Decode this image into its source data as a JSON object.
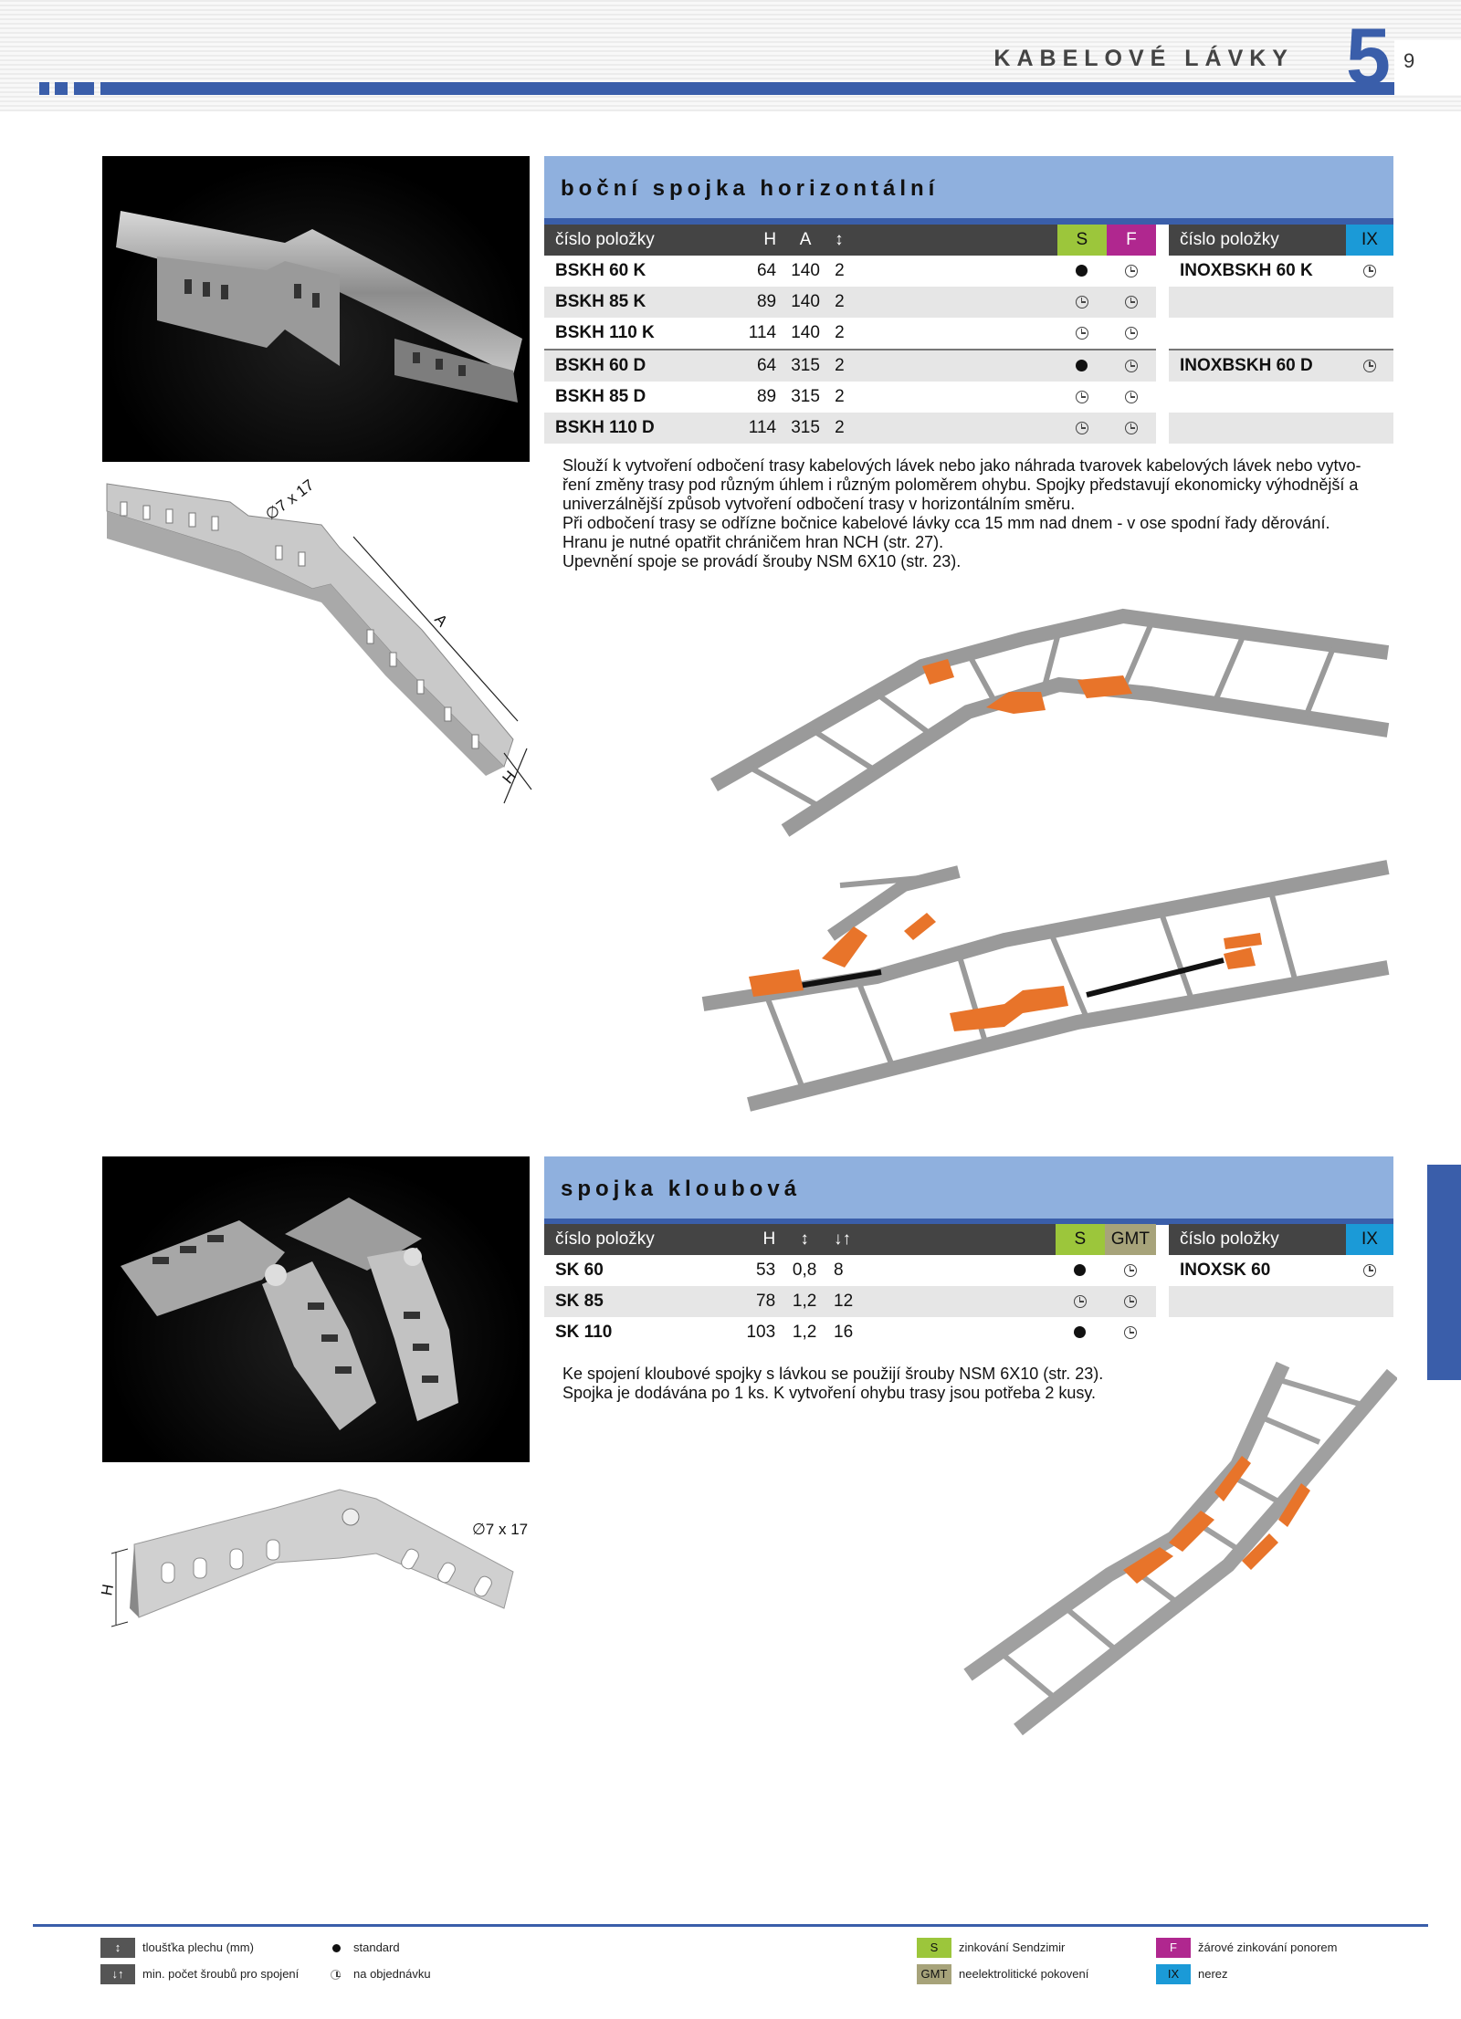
{
  "header": {
    "title": "KABELOVÉ LÁVKY",
    "chapter": "5",
    "page": "9"
  },
  "section1": {
    "title": "boční spojka horizontální",
    "table": {
      "headers": [
        "číslo položky",
        "H",
        "A",
        "↕",
        "S",
        "F"
      ],
      "rows": [
        {
          "code": "BSKH 60 K",
          "h": "64",
          "a": "140",
          "t": "2",
          "s": "standard",
          "f": "order"
        },
        {
          "code": "BSKH 85 K",
          "h": "89",
          "a": "140",
          "t": "2",
          "s": "order",
          "f": "order"
        },
        {
          "code": "BSKH 110 K",
          "h": "114",
          "a": "140",
          "t": "2",
          "s": "order",
          "f": "order"
        },
        {
          "code": "BSKH 60 D",
          "h": "64",
          "a": "315",
          "t": "2",
          "s": "standard",
          "f": "order"
        },
        {
          "code": "BSKH 85 D",
          "h": "89",
          "a": "315",
          "t": "2",
          "s": "order",
          "f": "order"
        },
        {
          "code": "BSKH 110 D",
          "h": "114",
          "a": "315",
          "t": "2",
          "s": "order",
          "f": "order"
        }
      ]
    },
    "ix_table": {
      "headers": [
        "číslo položky",
        "IX"
      ],
      "rows": [
        {
          "code": "INOXBSKH 60 K",
          "ix": "order"
        },
        {
          "code": "",
          "ix": ""
        },
        {
          "code": "",
          "ix": ""
        },
        {
          "code": "INOXBSKH 60 D",
          "ix": "order"
        },
        {
          "code": "",
          "ix": ""
        },
        {
          "code": "",
          "ix": ""
        }
      ]
    },
    "description": [
      "Slouží k vytvoření odbočení trasy kabelových lávek nebo jako náhrada tvarovek kabelových lávek nebo vytvo-",
      "ření změny trasy pod různým úhlem i různým poloměrem ohybu. Spojky představují ekonomicky výhodnější a",
      "univerzálnější způsob vytvoření odbočení trasy v horizontálním směru.",
      "Při odbočení trasy se odřízne bočnice kabelové lávky cca 15 mm nad dnem - v ose spodní řady děrování.",
      "Hranu je nutné opatřit chráničem hran NCH (str. 27).",
      "Upevnění spoje se provádí šrouby NSM 6X10 (str. 23)."
    ],
    "drawing_labels": {
      "hole": "∅7 x 17",
      "a": "A",
      "h": "H"
    }
  },
  "section2": {
    "title": "spojka kloubová",
    "table": {
      "headers": [
        "číslo položky",
        "H",
        "↕",
        "↓↑",
        "S",
        "GMT"
      ],
      "rows": [
        {
          "code": "SK 60",
          "h": "53",
          "t": "0,8",
          "n": "8",
          "s": "standard",
          "g": "order"
        },
        {
          "code": "SK 85",
          "h": "78",
          "t": "1,2",
          "n": "12",
          "s": "order",
          "g": "order"
        },
        {
          "code": "SK 110",
          "h": "103",
          "t": "1,2",
          "n": "16",
          "s": "standard",
          "g": "order"
        }
      ]
    },
    "ix_table": {
      "headers": [
        "číslo položky",
        "IX"
      ],
      "rows": [
        {
          "code": "INOXSK 60",
          "ix": "order"
        },
        {
          "code": "",
          "ix": ""
        },
        {
          "code": "",
          "ix": ""
        }
      ]
    },
    "description": [
      "Ke spojení kloubové spojky s lávkou se použijí šrouby NSM 6X10 (str. 23).",
      "Spojka je dodávána po 1 ks. K vytvoření ohybu trasy jsou potřeba 2 kusy."
    ],
    "drawing_labels": {
      "hole": "∅7 x 17",
      "h": "H"
    }
  },
  "legend": {
    "thickness_symbol": "↕",
    "thickness": "tloušťka plechu (mm)",
    "screws_symbol": "↓↑",
    "screws": "min. počet šroubů pro spojení",
    "standard": "standard",
    "order": "na objednávku",
    "s_box": "S",
    "s_text": "zinkování Sendzimir",
    "gmt_box": "GMT",
    "gmt_text": "neelektrolitické pokovení",
    "f_box": "F",
    "f_text": "žárové zinkování ponorem",
    "ix_box": "IX",
    "ix_text": "nerez"
  },
  "colors": {
    "brand_blue": "#3a5eaa",
    "section_header": "#8fb0de",
    "s_green": "#9cc63b",
    "f_purple": "#b0278f",
    "gmt_olive": "#a7a37a",
    "ix_blue": "#1b9ad7",
    "connector_orange": "#e8742a"
  },
  "icons": {
    "standard": "filled-dot-icon",
    "order": "clock-icon"
  }
}
